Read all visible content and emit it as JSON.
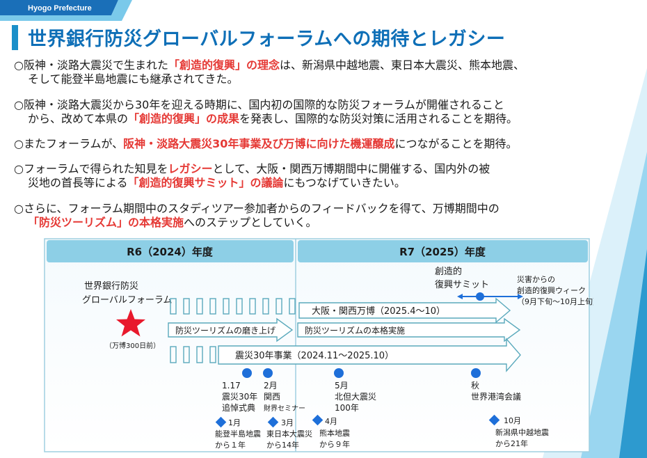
{
  "header": {
    "tag": "Hyogo Prefecture"
  },
  "title": "世界銀行防災グローバルフォーラムへの期待とレガシー",
  "bullets": [
    {
      "l1": [
        {
          "t": "○阪神・淡路大震災で生まれた"
        },
        {
          "t": "「創造的復興」の理念",
          "hl": true
        },
        {
          "t": "は、新潟県中越地震、東日本大震災、熊本地震、"
        }
      ],
      "l2": [
        {
          "t": "そして能登半島地震にも継承されてきた。"
        }
      ]
    },
    {
      "l1": [
        {
          "t": "○阪神・淡路大震災から30年を迎える時期に、国内初の国際的な防災フォーラムが開催されること"
        }
      ],
      "l2": [
        {
          "t": "から、改めて本県の"
        },
        {
          "t": "「創造的復興」の成果",
          "hl": true
        },
        {
          "t": "を発表し、国際的な防災対策に活用されることを期待。"
        }
      ]
    },
    {
      "l1": [
        {
          "t": "○またフォーラムが、"
        },
        {
          "t": "阪神・淡路大震災30年事業及び万博に向けた機運醸成",
          "hl": true
        },
        {
          "t": "につながることを期待。"
        }
      ],
      "l2": []
    },
    {
      "l1": [
        {
          "t": "○フォーラムで得られた知見を"
        },
        {
          "t": "レガシー",
          "hl": true
        },
        {
          "t": "として、大阪・関西万博期間中に開催する、国内外の被"
        }
      ],
      "l2": [
        {
          "t": "災地の首長等による"
        },
        {
          "t": "「創造的復興サミット」の議論",
          "hl": true
        },
        {
          "t": "にもつなげていきたい。"
        }
      ]
    },
    {
      "l1": [
        {
          "t": "○さらに、フォーラム期間中のスタディツアー参加者からのフィードバックを得て、万博期間中の"
        }
      ],
      "l2": [
        {
          "t": "「防災ツーリズム」の本格実施",
          "hl": true
        },
        {
          "t": "へのステップとしていく。"
        }
      ]
    }
  ],
  "timeline": {
    "year1": "R6（2024）年度",
    "year2": "R7（2025）年度",
    "forum_line1": "世界銀行防災",
    "forum_line2": "グローバルフォーラム",
    "forum_note": "（万博300日前）",
    "summit_line1": "創造的",
    "summit_line2": "復興サミット",
    "week_line1": "災害からの",
    "week_line2": "創造的復興ウィーク",
    "week_line3": "（9月下旬～10月上旬）",
    "expo": "大阪・関西万博（2025.4～10）",
    "tourism1": "防災ツーリズムの磨き上げ",
    "tourism2": "防災ツーリズムの本格実施",
    "shinsai": "震災30年事業（2024.11～2025.10）",
    "events": [
      {
        "l1": "1.17",
        "l2": "震災30年",
        "l3": "追悼式典"
      },
      {
        "l1": "2月",
        "l2": "関西",
        "l3": "財界セミナー"
      },
      {
        "l1": "5月",
        "l2": "北但大震災",
        "l3": "100年"
      },
      {
        "l1": "秋",
        "l2": "世界港湾会議",
        "l3": ""
      }
    ],
    "anniversaries": [
      {
        "month": "1月",
        "name": "能登半島地震",
        "years": "から１年"
      },
      {
        "month": "3月",
        "name": "東日本大震災",
        "years": "から14年"
      },
      {
        "month": "4月",
        "name": "熊本地震",
        "years": "から９年"
      },
      {
        "month": "10月",
        "name": "新潟県中越地震",
        "years": "から21年"
      }
    ]
  },
  "colors": {
    "title": "#0e6fb7",
    "accent_bar": "#1a8fc9",
    "highlight": "#e53935",
    "year_header": "#8dcfe6",
    "star": "#e8192c",
    "event_dot": "#1e6fd9",
    "arrow_stroke": "#5aa9bc"
  }
}
